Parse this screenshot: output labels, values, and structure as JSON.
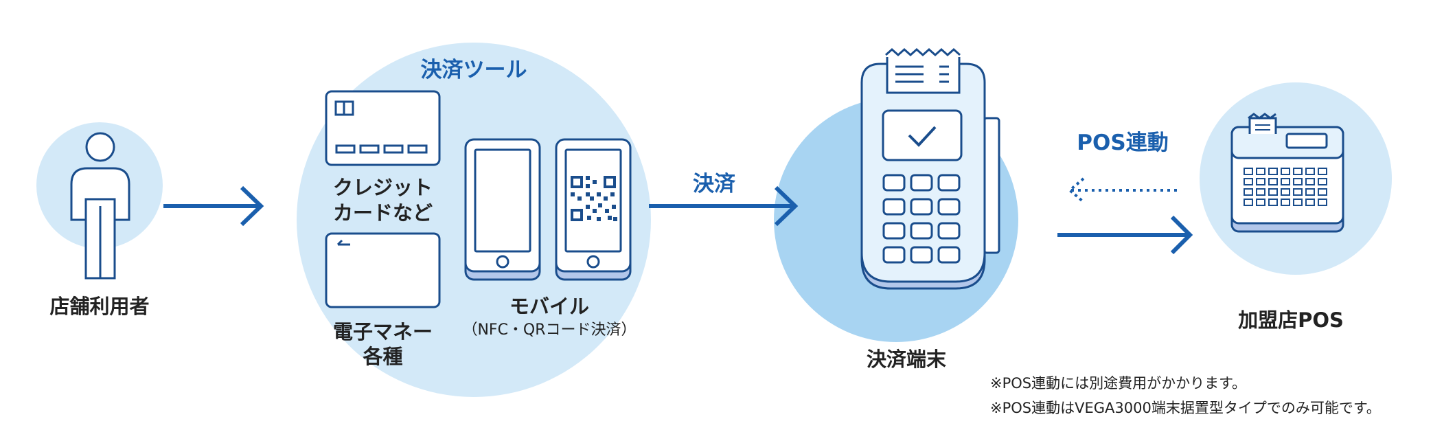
{
  "user": {
    "label": "店舗利用者"
  },
  "tools": {
    "title": "決済ツール",
    "credit_line1": "クレジット",
    "credit_line2": "カードなど",
    "emoney_line1": "電子マネー",
    "emoney_line2": "各種",
    "mobile_label": "モバイル",
    "mobile_sub": "（NFC・QRコード決済）"
  },
  "flow": {
    "payment_label": "決済",
    "pos_link_label": "POS連動"
  },
  "terminal": {
    "label": "決済端末"
  },
  "pos": {
    "label": "加盟店POS"
  },
  "notes": {
    "note1": "※POS連動には別途費用がかかります。",
    "note2": "※POS連動はVEGA3000端末据置型タイプでのみ可能です。"
  },
  "colors": {
    "light_circle": "#d3e9f8",
    "mid_circle": "#a8d4f2",
    "accent_blue": "#1a5fad",
    "device_fill": "#e4f2fc",
    "line": "#1a4d8c"
  }
}
